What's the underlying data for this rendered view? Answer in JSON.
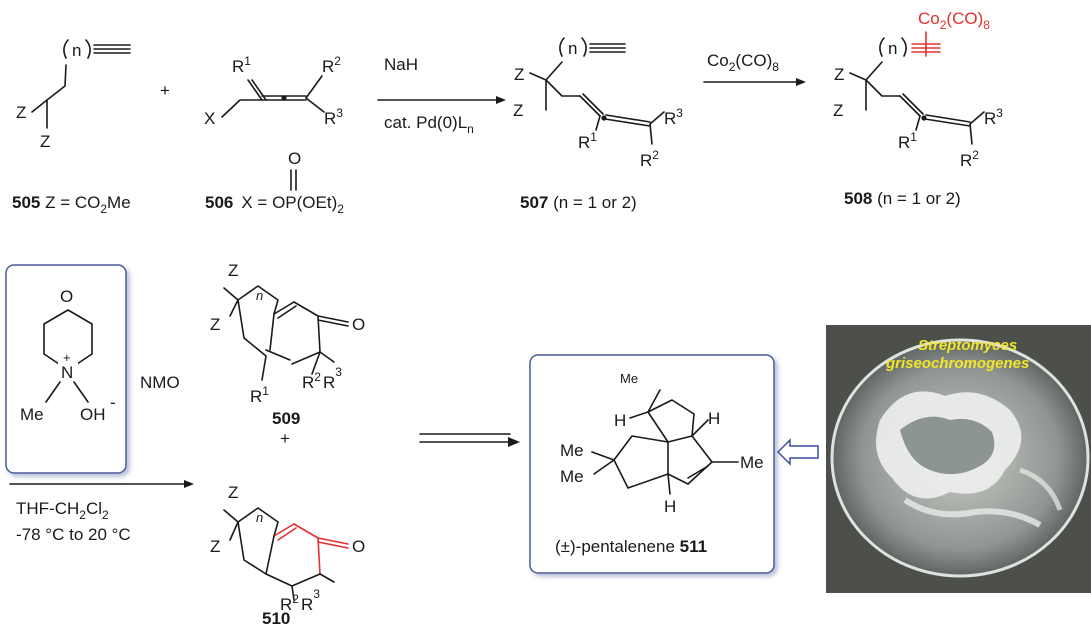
{
  "compounds": {
    "c505": {
      "number": "505",
      "caption": " Z = CO",
      "caption_sub": "2",
      "caption_end": "Me"
    },
    "c506": {
      "number": "506",
      "caption": "X = OP(OEt)",
      "caption_sub": "2"
    },
    "c507": {
      "number": "507",
      "caption": " (n = 1 or 2)"
    },
    "c508": {
      "number": "508",
      "caption": " (n = 1 or 2)"
    },
    "c509": {
      "number": "509"
    },
    "c510": {
      "number": "510"
    },
    "c511": {
      "prefix": "(±)-pentalenene ",
      "number": "511"
    }
  },
  "atoms": {
    "Z": "Z",
    "X": "X",
    "O": "O",
    "N": "N",
    "H": "H",
    "n": "n",
    "R": "R",
    "Me": "Me",
    "OH": "OH",
    "plus": "+",
    "minus": "-"
  },
  "superscripts": {
    "one": "1",
    "two": "2",
    "three": "3"
  },
  "signs": {
    "plus": "+"
  },
  "reagents": {
    "step1_top": "NaH",
    "step1_bottom": "cat. Pd(0)L",
    "step1_bottom_sub": "n",
    "step2_top": "Co",
    "step2_top_sub1": "2",
    "step2_top_mid": "(CO)",
    "step2_top_sub2": "8",
    "complex_label": "Co",
    "complex_sub1": "2",
    "complex_mid": "(CO)",
    "complex_sub2": "8",
    "nmo": "NMO",
    "solvent": "THF-CH",
    "solvent_sub": "2",
    "solvent_end": "Cl",
    "solvent_sub2": "2",
    "temperature": "-78 °C to 20 °C"
  },
  "photo": {
    "title_line1": "Streptomyces",
    "title_line2": "griseochromogenes"
  },
  "colors": {
    "highlight": "#e53030",
    "box_border": "#4a5a9a",
    "photo_title": "#f2e62a",
    "open_arrow": "#3a4fa0"
  }
}
